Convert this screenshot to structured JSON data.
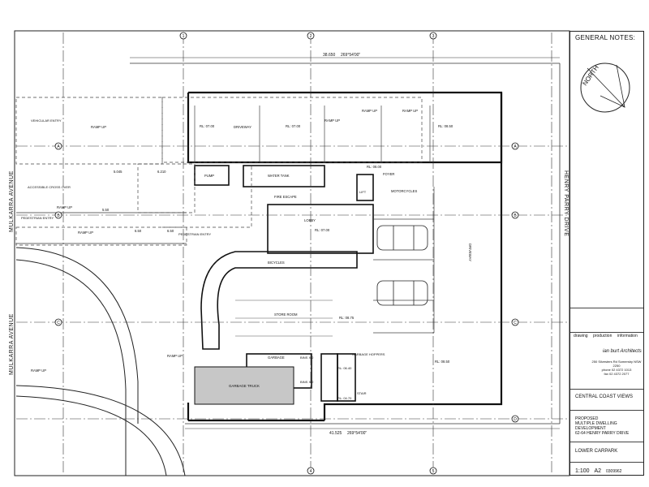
{
  "title_block": {
    "general_notes_heading": "GENERAL NOTES:",
    "north_label": "NORTH",
    "firm": "ian burt Architects",
    "address_lines": [
      "250 Silvesters Rd Somersby NSW 2250",
      "phone 02 4372 1013",
      "fax 02 4372 2077"
    ],
    "project_name": "CENTRAL COAST VIEWS",
    "project_desc_lines": [
      "PROPOSED",
      "MULTIPLE DWELLING",
      "DEVELOPMENT",
      "62-64 HENRY PARRY DRIVE"
    ],
    "sheet_title": "LOWER CARPARK",
    "scale": "1:100",
    "sheet_size": "A2",
    "drawing_no": "0309962",
    "col_headers": [
      "drawing",
      "production",
      "information"
    ]
  },
  "streets": {
    "mulkarra_north": "MULKARRA AVENUE",
    "mulkarra_south": "MULKARRA AVENUE",
    "henry_parry": "HENRY PARRY DRIVE"
  },
  "rooms": {
    "pump": "PUMP",
    "water_tank": "WATER TANK",
    "fire_escape": "FIRE ESCAPE",
    "lift": "LIFT",
    "foyer": "FOYER",
    "motorcycles": "MOTORCYCLES",
    "lobby": "LOBBY",
    "bicycles": "BICYCLES",
    "store_room": "STORE ROOM",
    "garbage": "GARBAGE",
    "garbage_hoppers": "GARBAGE HOPPERS",
    "stair": "STAIR",
    "garbage_truck": "GARBAGE TRUCK",
    "driveway_top": "DRIVEWAY",
    "driveway_right": "DRIVEWAY",
    "vehicular_entry": "VEHICULAR ENTRY",
    "accessible_cross_over": "ACCESSIBLE CROSS OVER",
    "pedestrian_entry_left": "PEDESTRIAN ENTRY",
    "pedestrian_entry_mid": "PEDESTRIAN ENTRY"
  },
  "levels": {
    "rl_top1": "RL: 07.00",
    "rl_top2": "RL: 07.00",
    "rl_top3": "RL: 08.50",
    "rl_foyer": "RL: 08.00",
    "rl_lobby": "RL: 07.00",
    "rl_mid": "RL: 08.75",
    "rl_bottom": "RL: 08.50",
    "rl_garb1": "RL: 06.40",
    "rl_garb2": "RL: 04.70"
  },
  "ramps": {
    "ramp_top1": "RAMP UP",
    "ramp_top2": "RAMP UP",
    "ramp_top3": "RAMP UP",
    "ramp_left": "RAMP UP",
    "ramp_left2": "RAMP UP",
    "ramp_mid": "RAMP UP",
    "ramp_bottom_left": "RAMP UP",
    "ramp_bottom_mid": "RAMP UP"
  },
  "bins": {
    "bins1": "BINS X 2",
    "bins2": "BINS X 2"
  },
  "grid_markers": {
    "cols": [
      "1",
      "2",
      "3",
      "4",
      "5"
    ],
    "rows": [
      "A",
      "B",
      "C",
      "D"
    ]
  },
  "dimensions": {
    "top": "38.650",
    "bottom": "41.525",
    "bearing_top": "269°54'00\"",
    "bearing_bottom": "269°54'00\""
  },
  "spots": {
    "s1": "5.045",
    "s2": "6.210",
    "s3": "6.50",
    "s4": "6.50",
    "s5": "5.50"
  }
}
